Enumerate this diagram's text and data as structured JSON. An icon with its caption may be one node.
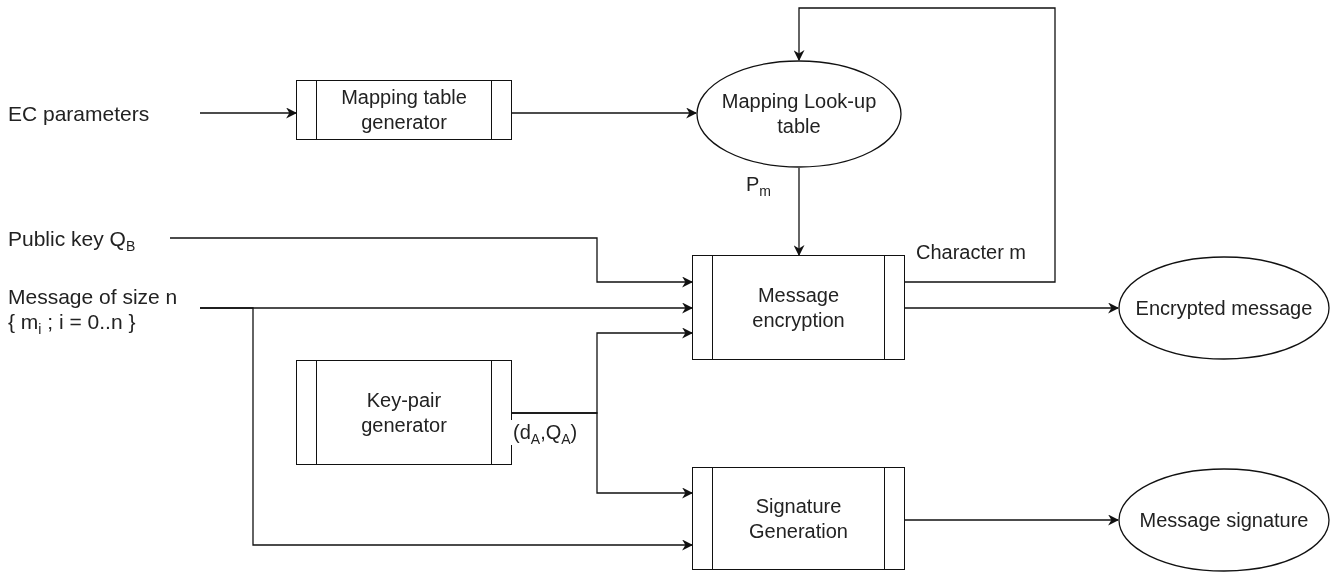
{
  "diagram": {
    "nodes": [
      {
        "text": [
          "EC parameters"
        ]
      },
      {
        "text": [
          "Mapping table generator"
        ]
      },
      {
        "text": [
          "Mapping Look-up table"
        ]
      },
      {
        "text": [
          "Public key Q$_{B}$"
        ]
      },
      {
        "text": [
          "Message of size n",
          "{ m$_{i}$ ; i = 0..n }"
        ]
      },
      {
        "text": [
          "Message encryption"
        ]
      },
      {
        "text": [
          "Encrypted message"
        ]
      },
      {
        "text": [
          "Key-pair generator"
        ]
      },
      {
        "text": [
          "Signature Generation"
        ]
      },
      {
        "text": [
          "Message signature"
        ]
      }
    ],
    "edges": [
      {
        "from": 0,
        "to": 1,
        "arrow": "to"
      },
      {
        "from": 1,
        "to": 2,
        "arrow": "to"
      },
      {
        "from": 2,
        "to": 5,
        "arrow": "to",
        "label": "P$_{m}$"
      },
      {
        "from": 5,
        "to": 2,
        "arrow": "to",
        "label": "Character m"
      },
      {
        "from": 3,
        "to": 5,
        "arrow": "to"
      },
      {
        "from": 4,
        "to": 5,
        "arrow": "to"
      },
      {
        "from": 4,
        "to": 8,
        "arrow": "to"
      },
      {
        "from": 7,
        "to": 5,
        "arrow": "to",
        "label": "(d$_{A}$,Q$_{A}$)"
      },
      {
        "from": 7,
        "to": 8,
        "arrow": "to"
      },
      {
        "from": 5,
        "to": 6,
        "arrow": "to"
      },
      {
        "from": 8,
        "to": 9,
        "arrow": "to"
      }
    ]
  }
}
